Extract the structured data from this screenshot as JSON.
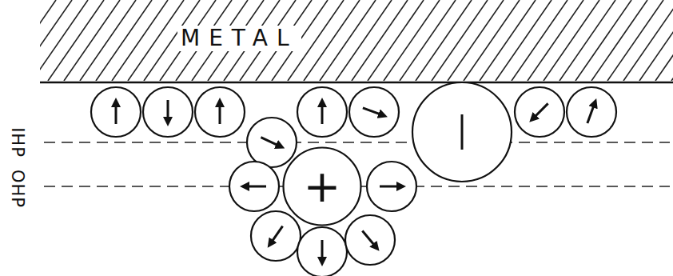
{
  "diagram": {
    "nodes": [
      {
        "text": [
          "+"
        ]
      }
    ],
    "labels": [
      "METAL",
      "IHP",
      "OHP"
    ]
  }
}
